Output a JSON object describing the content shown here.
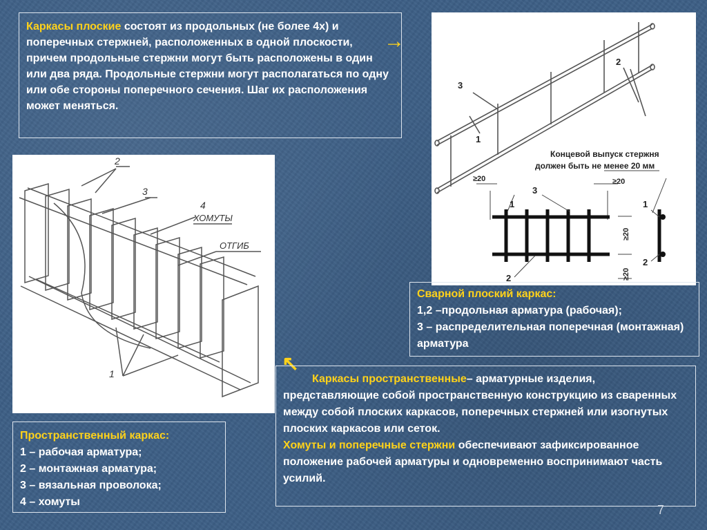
{
  "flat": {
    "highlight": "Каркасы плоские",
    "text_after": " состоят из продольных (не более 4х) и поперечных стержней, расположенных в одной плоскости, причем продольные стержни могут быть расположены в один или два ряда. Продольные стержни могут располагаться по одну или обе стороны поперечного сечения. Шаг их расположения может меняться.",
    "arrow": "→"
  },
  "drawing_right": {
    "labels": {
      "one": "1",
      "two": "2",
      "three": "3"
    },
    "note_line1": "Концевой выпуск стержня",
    "note_line2": "должен быть не менее 20 мм",
    "dim_ge20": "≥20"
  },
  "drawing_left": {
    "label2": "2",
    "label3": "3",
    "label4": "4",
    "label_khomuty": "ХОМУТЫ",
    "label_otgib": "ОТГИБ",
    "label1": "1"
  },
  "welded": {
    "title": "Сварной плоский каркас:",
    "line1": "1,2 –продольная арматура (рабочая);",
    "line2": "3 – распределительная поперечная (монтажная) арматура"
  },
  "spatial": {
    "title": "Пространственный каркас:",
    "items": [
      "1 – рабочая арматура;",
      "2 – монтажная арматура;",
      "3 – вязальная проволока;",
      "4 – хомуты"
    ]
  },
  "spatial_desc": {
    "arrow": "↖",
    "highlight1": "Каркасы пространственные",
    "text1": "– арматурные изделия, представляющие собой пространственную конструкцию из сваренных между собой плоских каркасов, поперечных стержней или изогнутых плоских каркасов или сеток.",
    "highlight2": "Хомуты и поперечные стержни",
    "text2": " обеспечивают зафиксированное положение рабочей арматуры и одновременно воспринимают часть усилий."
  },
  "page_number": "7"
}
